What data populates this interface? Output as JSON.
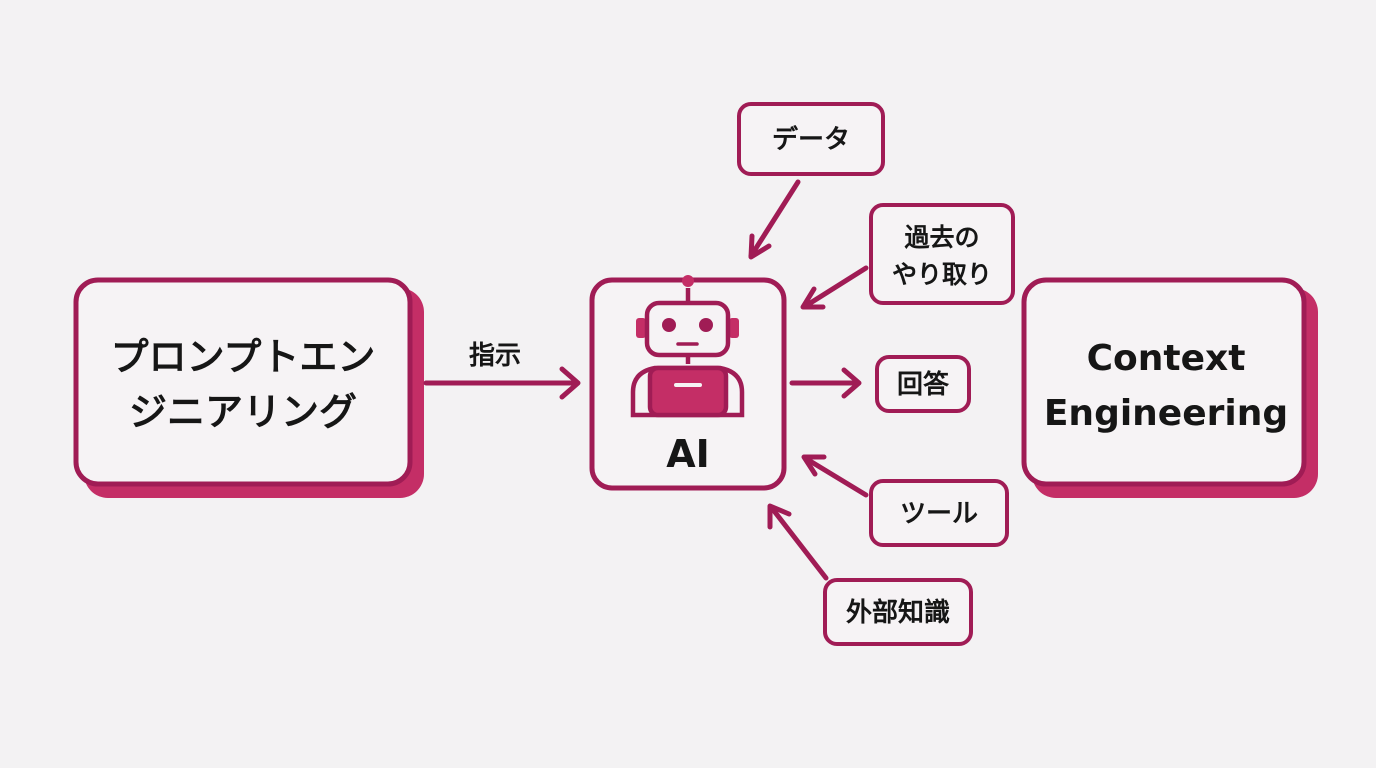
{
  "colors": {
    "accent": "#a01c55",
    "shadow": "#c42e66",
    "box_fill": "#f6f3f5",
    "text": "#161616",
    "background": "#f3f2f3"
  },
  "left_box": {
    "line1": "プロンプトエン",
    "line2": "ジニアリング"
  },
  "right_box": {
    "line1": "Context",
    "line2": "Engineering"
  },
  "center": {
    "icon": "robot-icon",
    "label": "AI"
  },
  "arrow_labels": {
    "instruction": "指示"
  },
  "inputs": {
    "data": "データ",
    "history_line1": "過去の",
    "history_line2": "やり取り",
    "tools": "ツール",
    "knowledge": "外部知識"
  },
  "output": {
    "answer": "回答"
  }
}
